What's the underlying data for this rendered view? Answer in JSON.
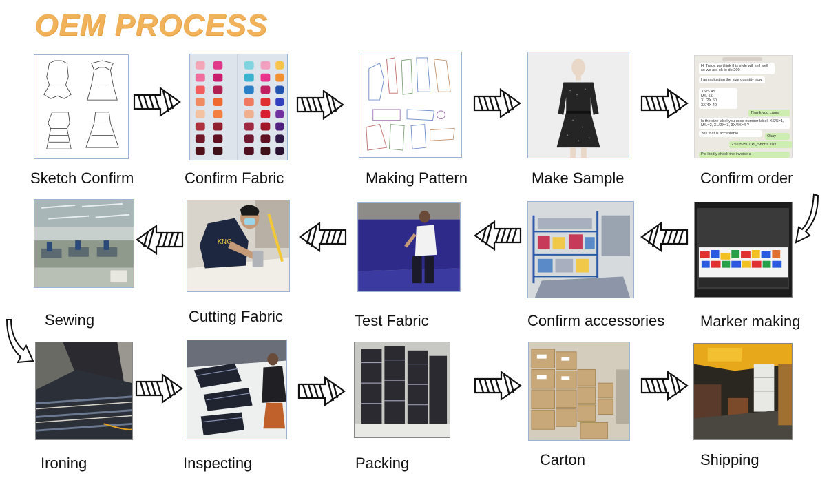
{
  "title": "OEM PROCESS",
  "steps": [
    {
      "label": "Sketch Confirm"
    },
    {
      "label": "Confirm Fabric"
    },
    {
      "label": "Making Pattern"
    },
    {
      "label": "Make Sample"
    },
    {
      "label": "Confirm order"
    },
    {
      "label": "Marker making"
    },
    {
      "label": "Confirm accessories"
    },
    {
      "label": "Test Fabric"
    },
    {
      "label": "Cutting Fabric"
    },
    {
      "label": "Sewing"
    },
    {
      "label": "Ironing"
    },
    {
      "label": "Inspecting"
    },
    {
      "label": "Packing"
    },
    {
      "label": "Carton"
    },
    {
      "label": "Shipping"
    }
  ],
  "chat": {
    "lines": [
      "Hi Tracy, we think this style will sell well so we are ok to do 200",
      "I am adjusting the size quantity now",
      "XS/S 45",
      "M/L 55",
      "XL/2X 60",
      "3X/4X 40",
      "Thank you Laura",
      "Is the size label you used number label: XS/S=1, M/L=2, XL/2X=3, 3X/4X=4 ?",
      "Yes that is acceptable",
      "Okay",
      "23L052507 PI_Shorts.xlsx",
      "Pls kindly check the invoice a"
    ]
  },
  "colors": {
    "title": "#f0b25a",
    "frame": "#9bb4d4"
  }
}
